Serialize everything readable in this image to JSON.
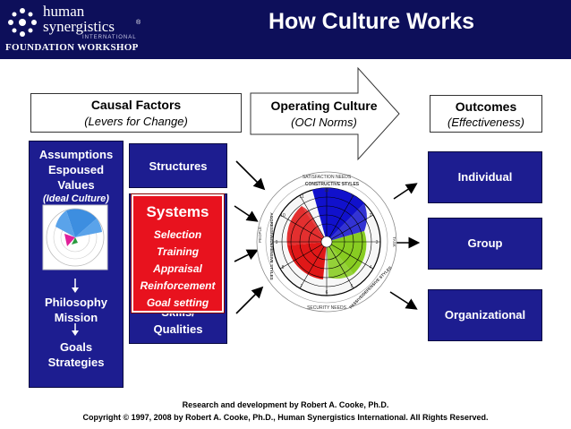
{
  "header": {
    "logo_line1": "human",
    "logo_line2": "synergistics",
    "logo_tm": "®",
    "logo_intl": "INTERNATIONAL",
    "logo_workshop": "FOUNDATION WORKSHOP",
    "title": "How Culture Works"
  },
  "causal": {
    "title": "Causal Factors",
    "subtitle": "(Levers for Change)"
  },
  "operating": {
    "title": "Operating Culture",
    "subtitle": "(OCI Norms)"
  },
  "outcomes_header": {
    "title": "Outcomes",
    "subtitle": "(Effectiveness)"
  },
  "assumptions": {
    "line1": "Assumptions",
    "line2": "Espoused",
    "line3": "Values",
    "ideal": "(Ideal Culture)",
    "philosophy1": "Philosophy",
    "philosophy2": "Mission",
    "goals1": "Goals",
    "goals2": "Strategies"
  },
  "structures": "Structures",
  "technology_hidden": "Skills/",
  "qualities": "Qualities",
  "systems": {
    "title": "Systems",
    "items": [
      "Selection",
      "Training",
      "Appraisal",
      "Reinforcement",
      "Goal setting"
    ]
  },
  "outcomes": [
    "Individual",
    "Group",
    "Organizational"
  ],
  "circumplex": {
    "outer_top": "SATISFACTION NEEDS",
    "constructive": "CONSTRUCTIVE STYLES",
    "outer_bottom": "SECURITY NEEDS",
    "passive": "PASSIVE/DEFENSIVE STYLES",
    "aggressive": "AGGRESSIVE/DEFENSIVE STYLES",
    "people": "PEOPLE",
    "task": "TASK",
    "numbers": [
      "12",
      "1",
      "2",
      "3",
      "4",
      "5",
      "6",
      "7",
      "8",
      "9",
      "10",
      "11"
    ]
  },
  "colors": {
    "header": "#0d0f5a",
    "blue": "#1d1d90",
    "red": "#e8121e",
    "circ_blue": "#1111cc",
    "circ_green": "#88cc22",
    "circ_red": "#e01818"
  },
  "footer": {
    "line1": "Research and development by Robert A. Cooke, Ph.D.",
    "line2": "Copyright © 1997, 2008 by Robert A. Cooke, Ph.D., Human Synergistics International. All Rights Reserved."
  }
}
